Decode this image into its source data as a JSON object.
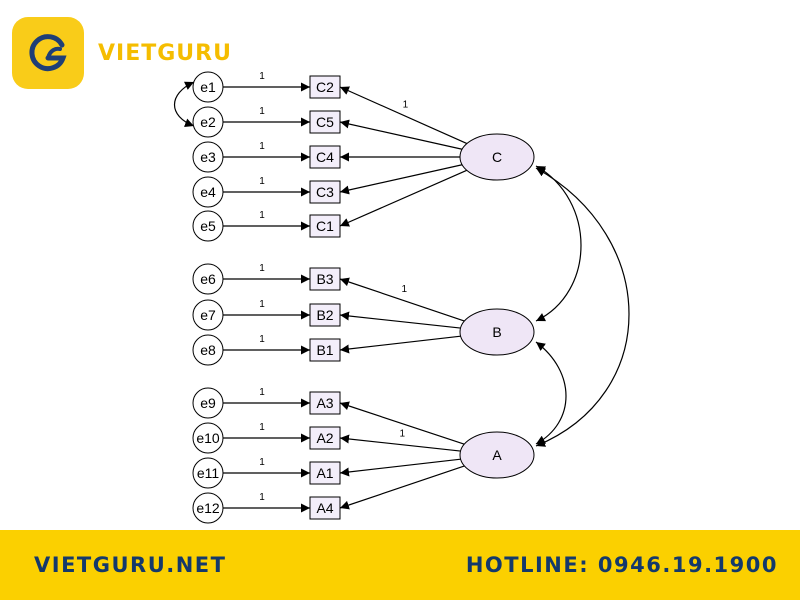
{
  "brand": {
    "name": "VIETGURU",
    "logo_icon": "vietguru-g-logo-icon"
  },
  "colors": {
    "brand_yellow": "#f9cc19",
    "brand_blue": "#1f3f76",
    "footer_bg": "#fbd000",
    "footer_text": "#14396b",
    "latent_fill": "#efe6f6",
    "indicator_fill": "#f3eefa"
  },
  "diagram": {
    "errors": [
      "e1",
      "e2",
      "e3",
      "e4",
      "e5",
      "e6",
      "e7",
      "e8",
      "e9",
      "e10",
      "e11",
      "e12"
    ],
    "indicators": [
      "C2",
      "C5",
      "C4",
      "C3",
      "C1",
      "B3",
      "B2",
      "B1",
      "A3",
      "A2",
      "A1",
      "A4"
    ],
    "latents": [
      "C",
      "B",
      "A"
    ],
    "error_path_label": "1",
    "loading_label": "1",
    "loadings": [
      {
        "latent": "C",
        "indicators": [
          "C2",
          "C5",
          "C4",
          "C3",
          "C1"
        ],
        "fixed": "C2"
      },
      {
        "latent": "B",
        "indicators": [
          "B3",
          "B2",
          "B1"
        ],
        "fixed": "B3"
      },
      {
        "latent": "A",
        "indicators": [
          "A3",
          "A2",
          "A1",
          "A4"
        ],
        "fixed": "A2"
      }
    ],
    "covariances": [
      [
        "C",
        "B"
      ],
      [
        "B",
        "A"
      ],
      [
        "C",
        "A"
      ],
      [
        "e1",
        "e2"
      ]
    ]
  },
  "footer": {
    "website": "VIETGURU.NET",
    "hotline": "HOTLINE: 0946.19.1900"
  }
}
